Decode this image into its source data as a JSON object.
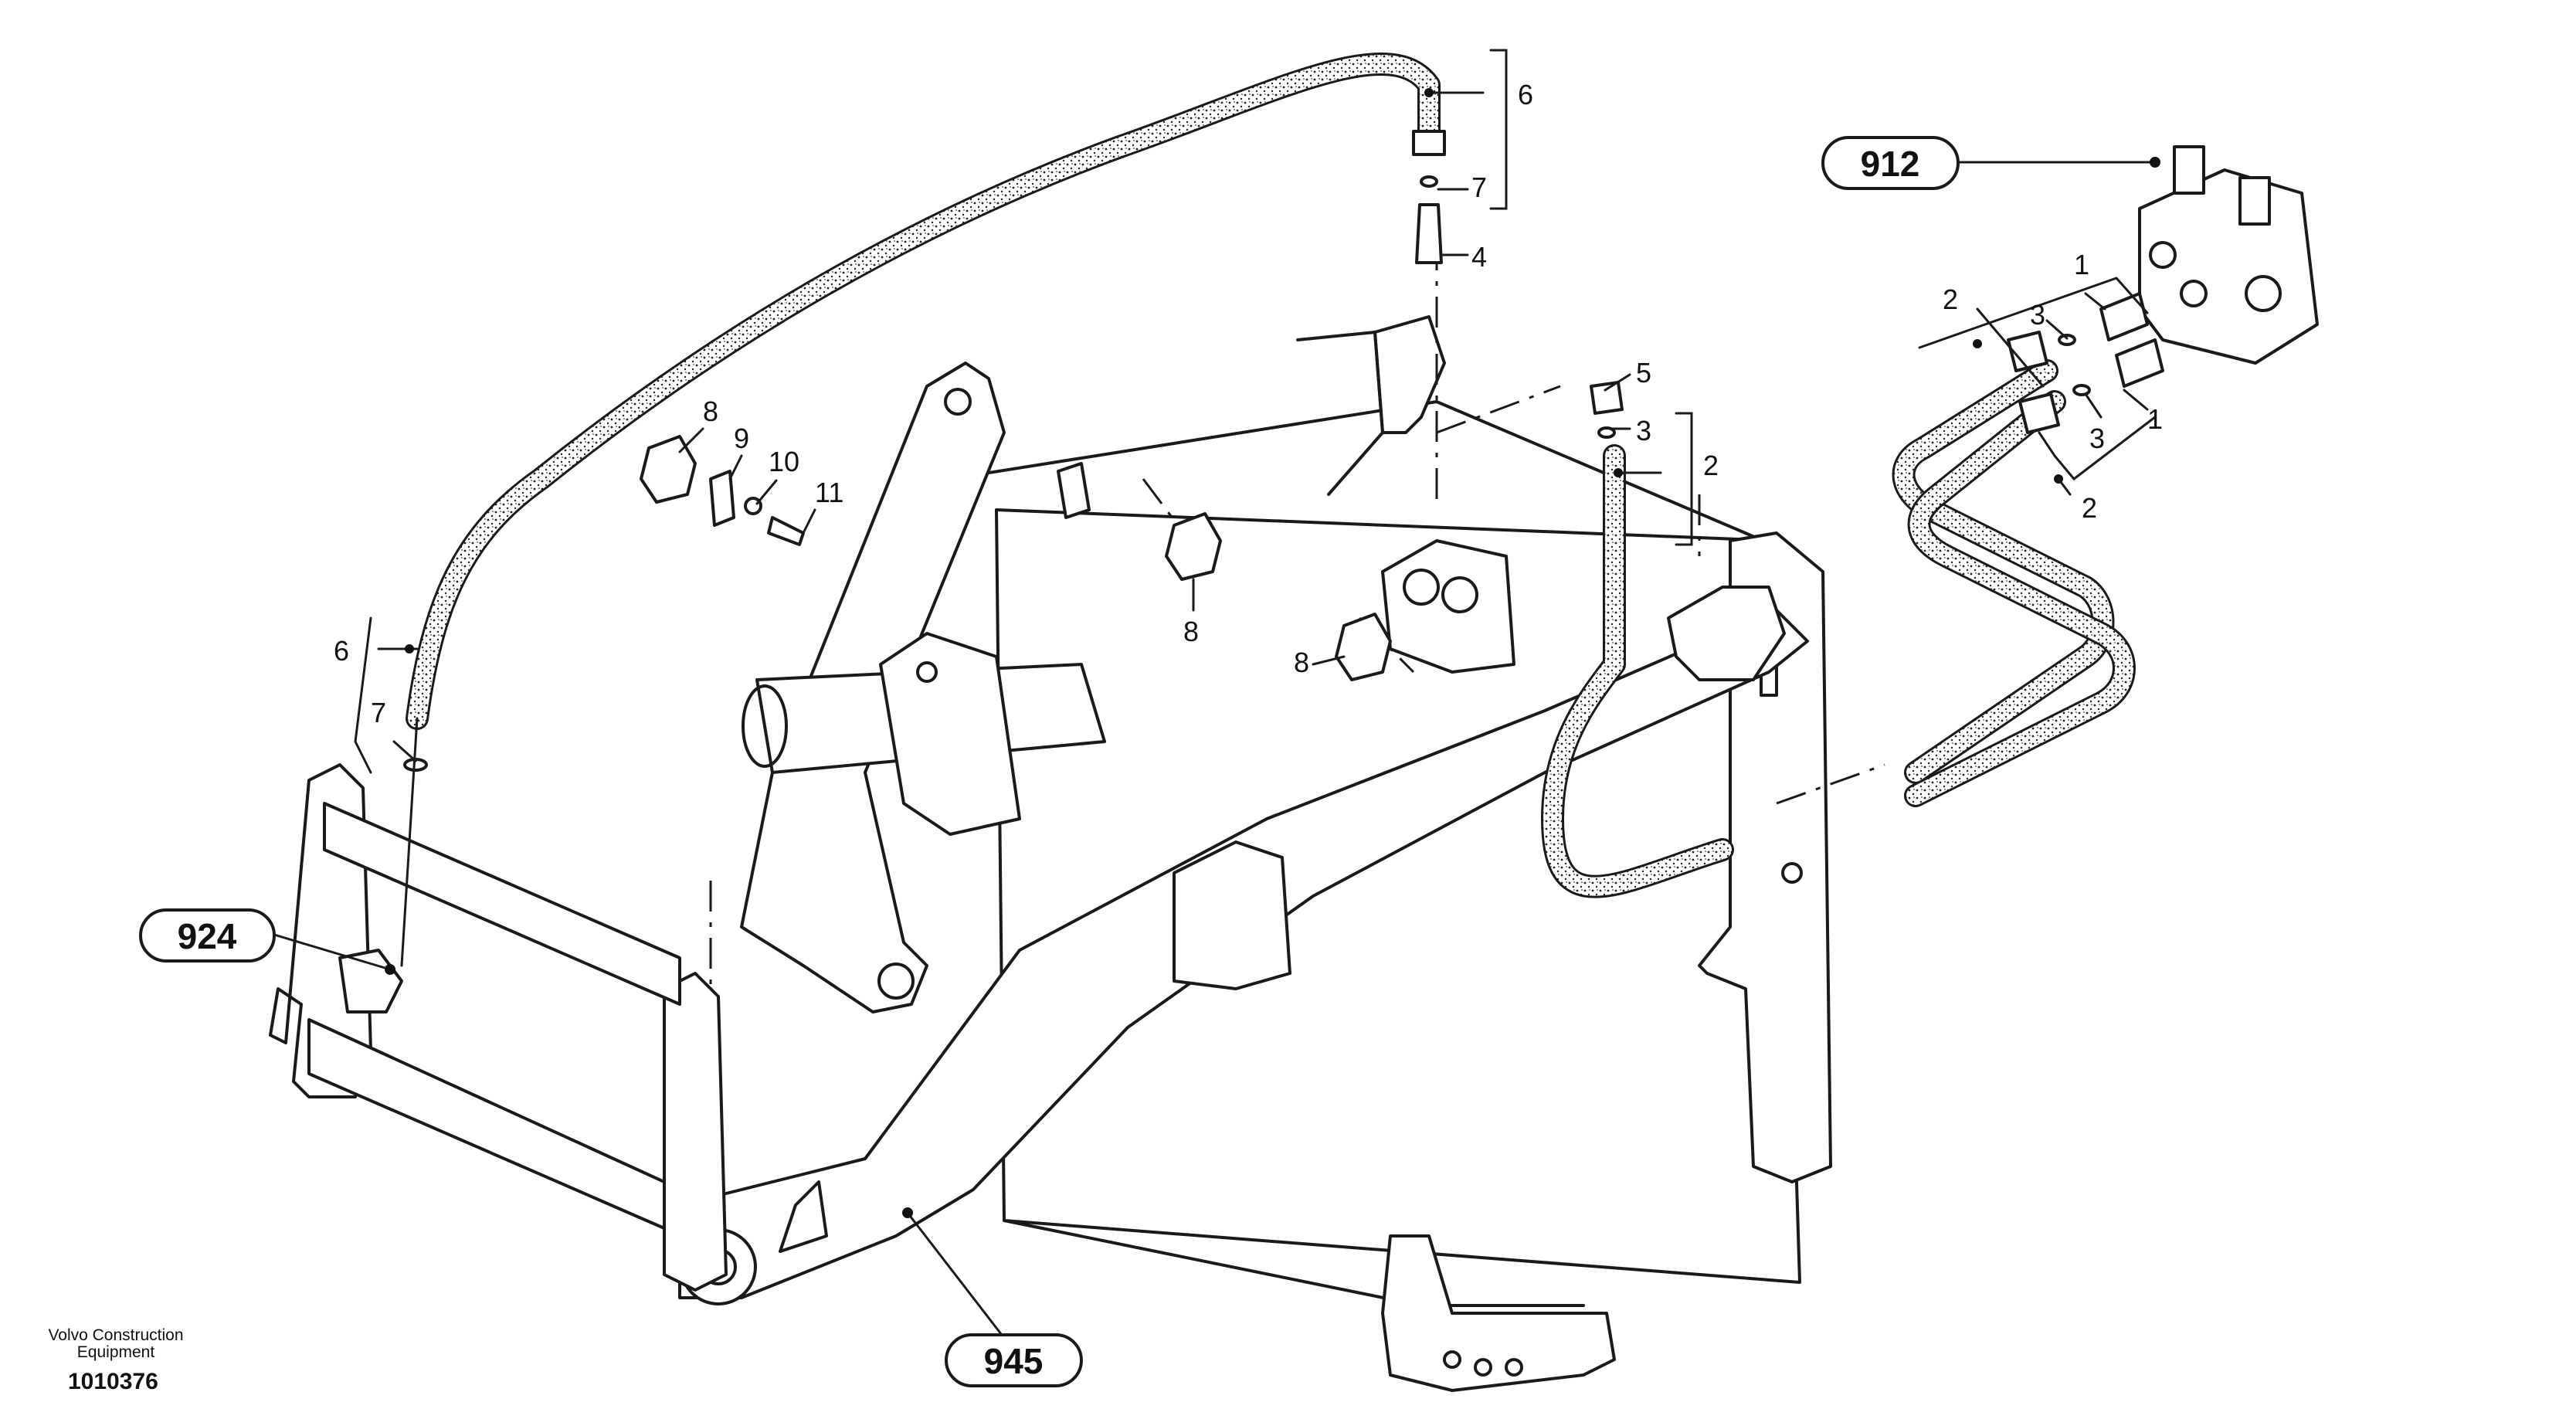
{
  "diagram": {
    "callouts": {
      "c6_top": "6",
      "c7_top": "7",
      "c4": "4",
      "c5": "5",
      "c3_mid": "3",
      "c2_mid": "2",
      "c8_a": "8",
      "c9": "9",
      "c10": "10",
      "c11": "11",
      "c8_b": "8",
      "c8_c": "8",
      "c6_left": "6",
      "c7_left": "7",
      "c2_right_top": "2",
      "c3_right_top": "3",
      "c1_right_top": "1",
      "c1_right_bottom": "1",
      "c3_right_bottom": "3",
      "c2_right_bottom": "2"
    },
    "badges": {
      "valve": "912",
      "cylinder": "924",
      "frame": "945"
    }
  },
  "footer": {
    "brand_line1": "Volvo Construction",
    "brand_line2": "Equipment",
    "doc_number": "1010376"
  }
}
